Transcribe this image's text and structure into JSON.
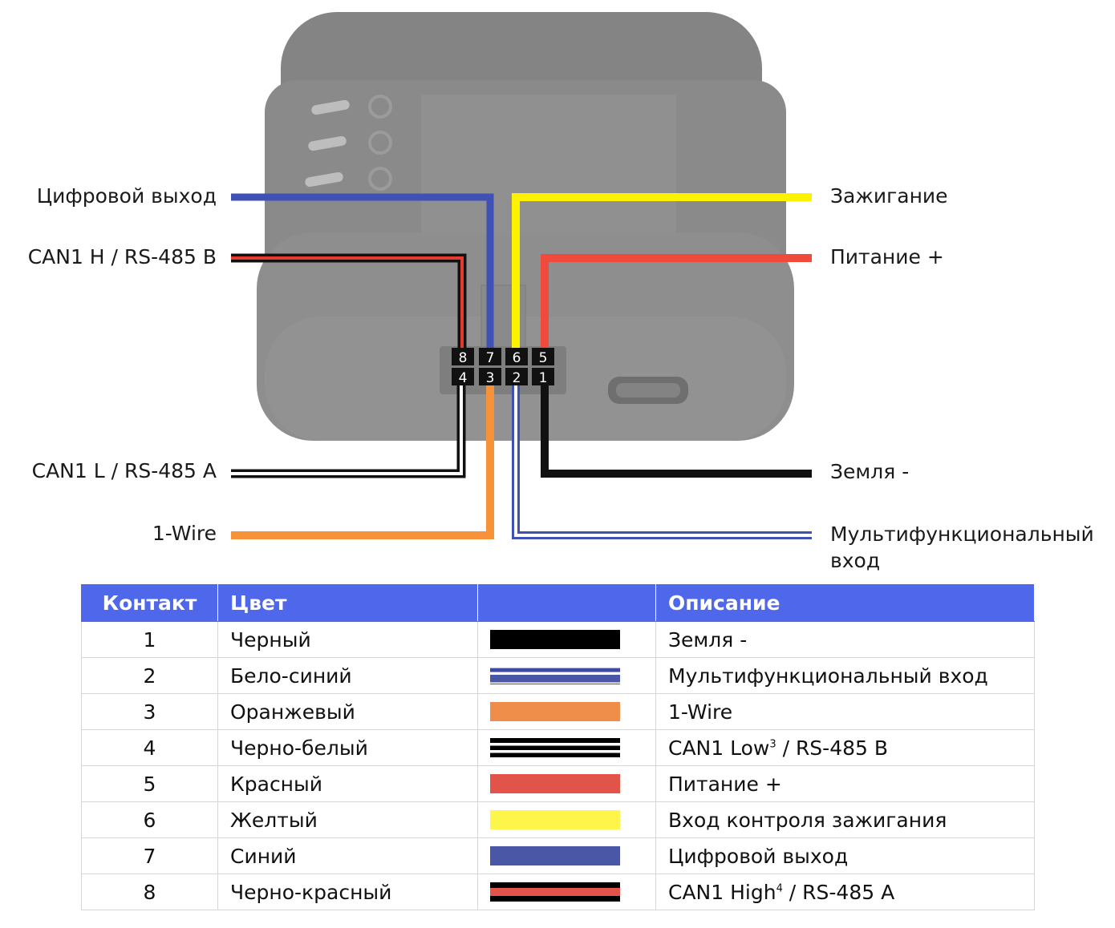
{
  "wire_labels": {
    "left": {
      "digital_out": "Цифровой выход",
      "can1h": "CAN1 H / RS-485 B",
      "can1l": "CAN1 L / RS-485 A",
      "onewire": "1-Wire"
    },
    "right": {
      "ignition": "Зажигание",
      "power": "Питание +",
      "ground": "Земля -",
      "multi": "Мультифункциональный вход"
    }
  },
  "connector_pins": {
    "top": [
      "8",
      "7",
      "6",
      "5"
    ],
    "bottom": [
      "4",
      "3",
      "2",
      "1"
    ]
  },
  "table": {
    "headers": [
      "Контакт",
      "Цвет",
      "",
      "Описание"
    ],
    "rows": [
      {
        "pin": "1",
        "color": "Черный",
        "swatch": "black",
        "desc": "Земля -",
        "sup": ""
      },
      {
        "pin": "2",
        "color": "Бело-синий",
        "swatch": "white-blue",
        "desc": "Мультифункциональный вход",
        "sup": ""
      },
      {
        "pin": "3",
        "color": "Оранжевый",
        "swatch": "orange",
        "desc": "1-Wire",
        "sup": ""
      },
      {
        "pin": "4",
        "color": "Черно-белый",
        "swatch": "black-white",
        "desc": "CAN1 Low",
        "sup": "3",
        "desc_tail": " / RS-485 B"
      },
      {
        "pin": "5",
        "color": "Красный",
        "swatch": "red",
        "desc": "Питание +",
        "sup": ""
      },
      {
        "pin": "6",
        "color": "Желтый",
        "swatch": "yellow",
        "desc": "Вход контроля зажигания",
        "sup": ""
      },
      {
        "pin": "7",
        "color": "Синий",
        "swatch": "blue",
        "desc": "Цифровой выход",
        "sup": ""
      },
      {
        "pin": "8",
        "color": "Черно-красный",
        "swatch": "black-red",
        "desc": "CAN1 High",
        "sup": "4",
        "desc_tail": " / RS-485 A"
      }
    ]
  },
  "colors": {
    "header_bg": "#4f67ea",
    "black": "#000000",
    "blue": "#4a56a6",
    "orange": "#ef8d4a",
    "red": "#e2544a",
    "yellow": "#fef54a",
    "device_body": "#8d8d8d",
    "wire_blue": "#3f51b5",
    "wire_yellow": "#fff200",
    "wire_red": "#f04a3c",
    "wire_orange": "#f7923a"
  }
}
